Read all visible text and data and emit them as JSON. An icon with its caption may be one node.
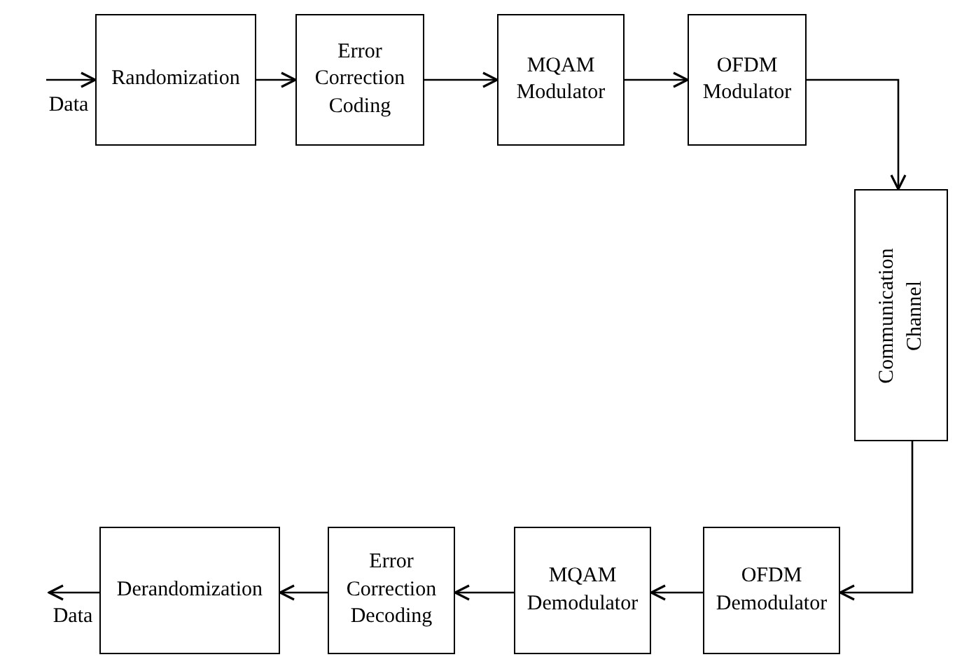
{
  "diagram": {
    "nodes": [
      {
        "text": [
          "Randomization"
        ]
      },
      {
        "text": [
          "Error Correction Coding"
        ]
      },
      {
        "text": [
          "MQAM Modulator"
        ]
      },
      {
        "text": [
          "OFDM Modulator"
        ]
      },
      {
        "text": [
          "Communication Channel"
        ]
      },
      {
        "text": [
          "OFDM Demodulator"
        ]
      },
      {
        "text": [
          "MQAM Demodulator"
        ]
      },
      {
        "text": [
          "Error Correction Decoding"
        ]
      },
      {
        "text": [
          "Derandomization"
        ]
      },
      {
        "text": [
          "Data"
        ]
      },
      {
        "text": [
          "Data"
        ]
      }
    ],
    "edges": [
      {
        "from": 9,
        "to": 0,
        "arrow": "to"
      },
      {
        "from": 0,
        "to": 1,
        "arrow": "to"
      },
      {
        "from": 1,
        "to": 2,
        "arrow": "to"
      },
      {
        "from": 2,
        "to": 3,
        "arrow": "to"
      },
      {
        "from": 3,
        "to": 4,
        "arrow": "to"
      },
      {
        "from": 4,
        "to": 5,
        "arrow": "to"
      },
      {
        "from": 5,
        "to": 6,
        "arrow": "to"
      },
      {
        "from": 6,
        "to": 7,
        "arrow": "to"
      },
      {
        "from": 7,
        "to": 8,
        "arrow": "to"
      },
      {
        "from": 8,
        "to": 10,
        "arrow": "to"
      }
    ]
  }
}
